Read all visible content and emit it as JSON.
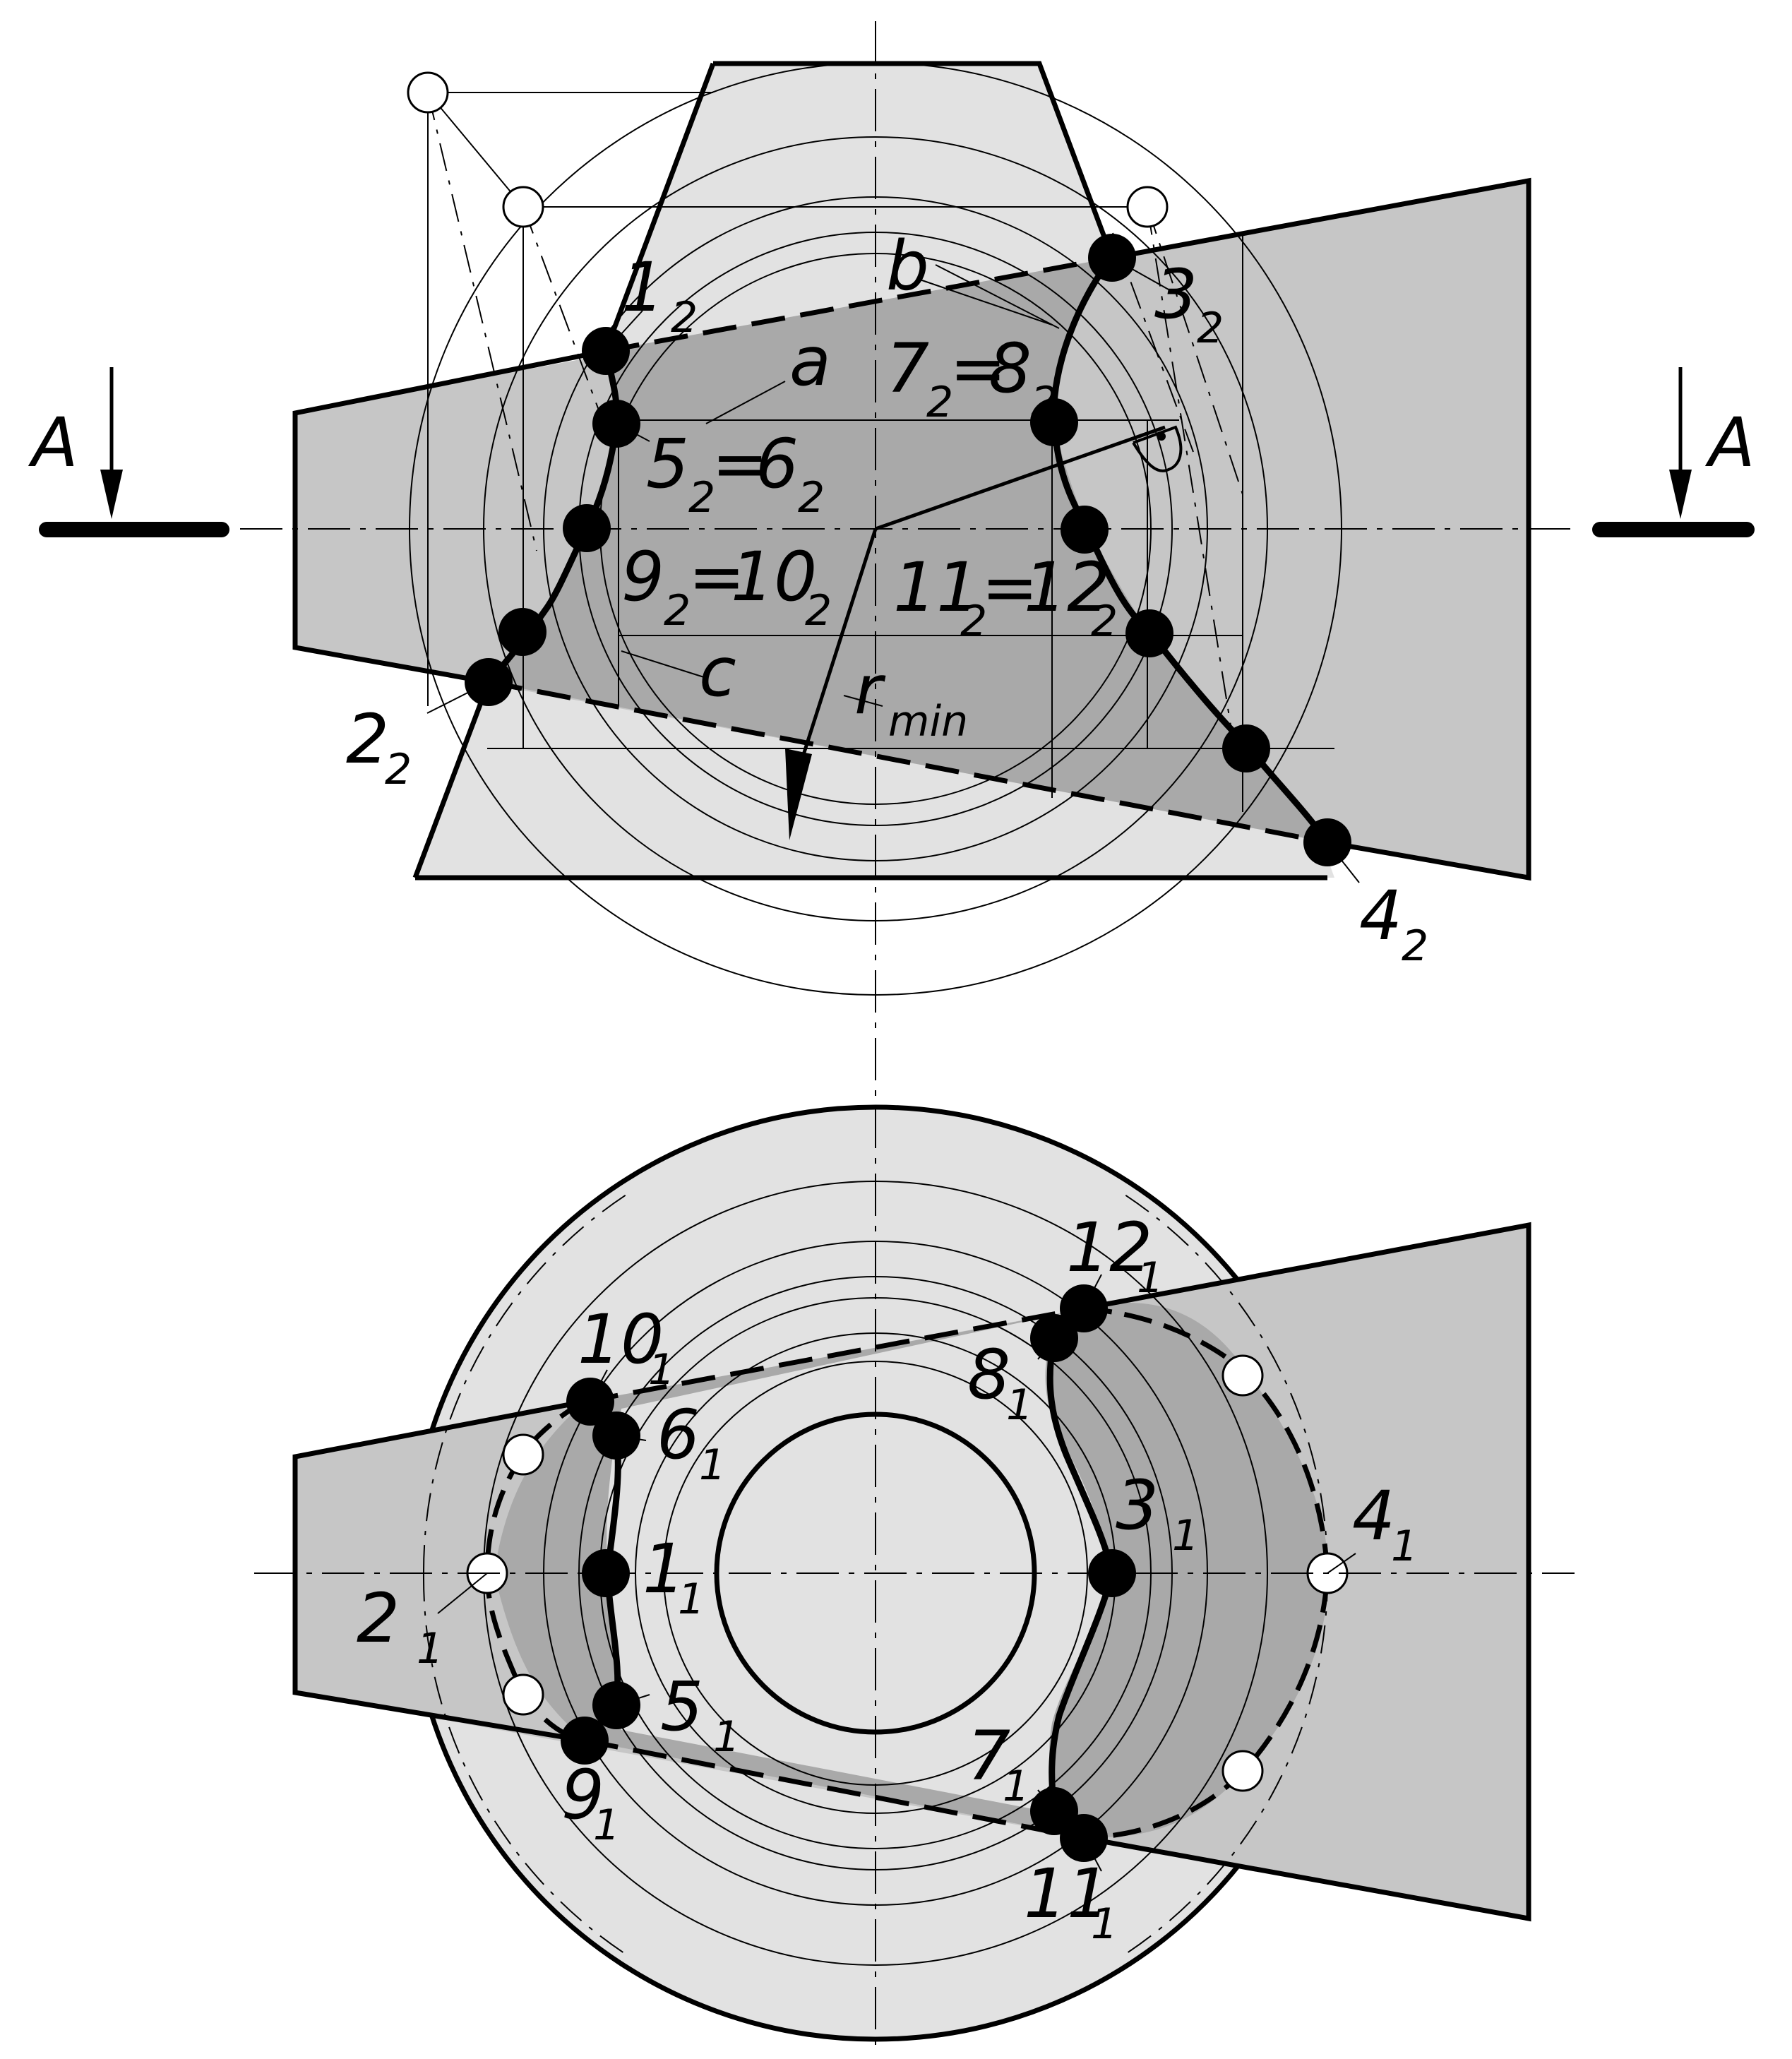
{
  "section_marks": {
    "left": "A",
    "right": "A"
  },
  "front_view": {
    "points": [
      {
        "main": "1",
        "sub": "2"
      },
      {
        "main": "2",
        "sub": "2"
      },
      {
        "main": "3",
        "sub": "2"
      },
      {
        "main": "4",
        "sub": "2"
      }
    ],
    "pair_labels": [
      {
        "a": "5",
        "as": "2",
        "b": "6",
        "bs": "2"
      },
      {
        "a": "7",
        "as": "2",
        "b": "8",
        "bs": "2"
      },
      {
        "a": "9",
        "as": "2",
        "b": "10",
        "bs": "2"
      },
      {
        "a": "11",
        "as": "2",
        "b": "12",
        "bs": "2"
      }
    ],
    "lines": {
      "a": "a",
      "b": "b",
      "c": "c"
    },
    "radius": {
      "main": "r",
      "sub": "min"
    }
  },
  "top_view": {
    "points": [
      {
        "main": "1",
        "sub": "1"
      },
      {
        "main": "2",
        "sub": "1"
      },
      {
        "main": "3",
        "sub": "1"
      },
      {
        "main": "4",
        "sub": "1"
      },
      {
        "main": "5",
        "sub": "1"
      },
      {
        "main": "6",
        "sub": "1"
      },
      {
        "main": "7",
        "sub": "1"
      },
      {
        "main": "8",
        "sub": "1"
      },
      {
        "main": "9",
        "sub": "1"
      },
      {
        "main": "10",
        "sub": "1"
      },
      {
        "main": "11",
        "sub": "1"
      },
      {
        "main": "12",
        "sub": "1"
      }
    ]
  },
  "colors": {
    "cone_fill": "#e2e2e2",
    "prism_fill": "#c6c6c6",
    "overlap_fill": "#a9a9a9",
    "line": "#000000"
  }
}
